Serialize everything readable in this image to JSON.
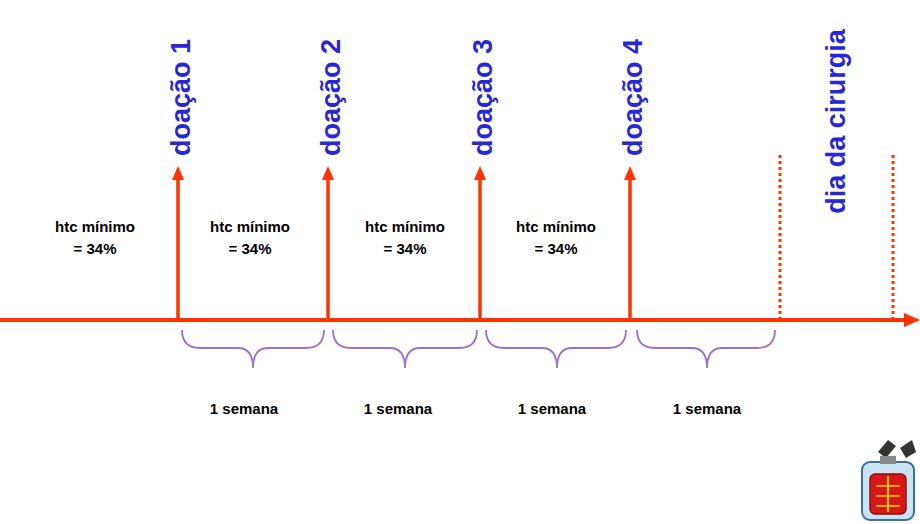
{
  "diagram": {
    "labels": [
      "doação 1",
      "doação 2",
      "doação 3",
      "doação 4",
      "dia da cirurgia",
      "htc mínimo = 34%",
      "htc mínimo = 34%",
      "htc mínimo = 34%",
      "htc mínimo = 34%",
      "1 semana",
      "1 semana",
      "1 semana",
      "1 semana"
    ]
  }
}
